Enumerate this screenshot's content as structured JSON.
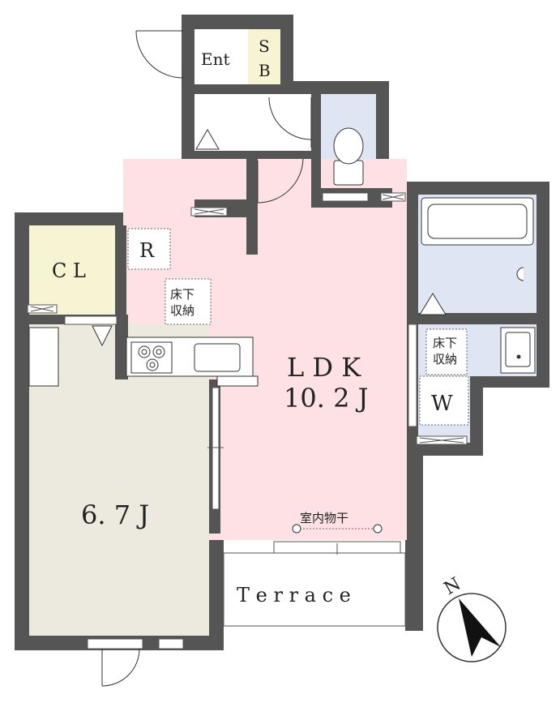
{
  "rooms": {
    "entrance": "Ent",
    "shoe_box_line1": "S",
    "shoe_box_line2": "B",
    "closet": "C L",
    "refrigerator": "R",
    "ldk_name": "L D K",
    "ldk_size": "10. 2 J",
    "western_size": "6. 7 J",
    "walk_in": "W",
    "terrace": "T e r r a c e"
  },
  "storage": {
    "ldk_line1": "床下",
    "ldk_line2": "収納",
    "wash_line1": "床下",
    "wash_line2": "収納"
  },
  "drying": "室内物干",
  "compass": "N",
  "colors": {
    "wall": "#555555",
    "ldk": "#fde1e4",
    "western": "#ece9df",
    "closet": "#f6f4d3",
    "shoebox": "#f6f4d3",
    "wet": "#dfe5f3",
    "white": "#ffffff"
  }
}
